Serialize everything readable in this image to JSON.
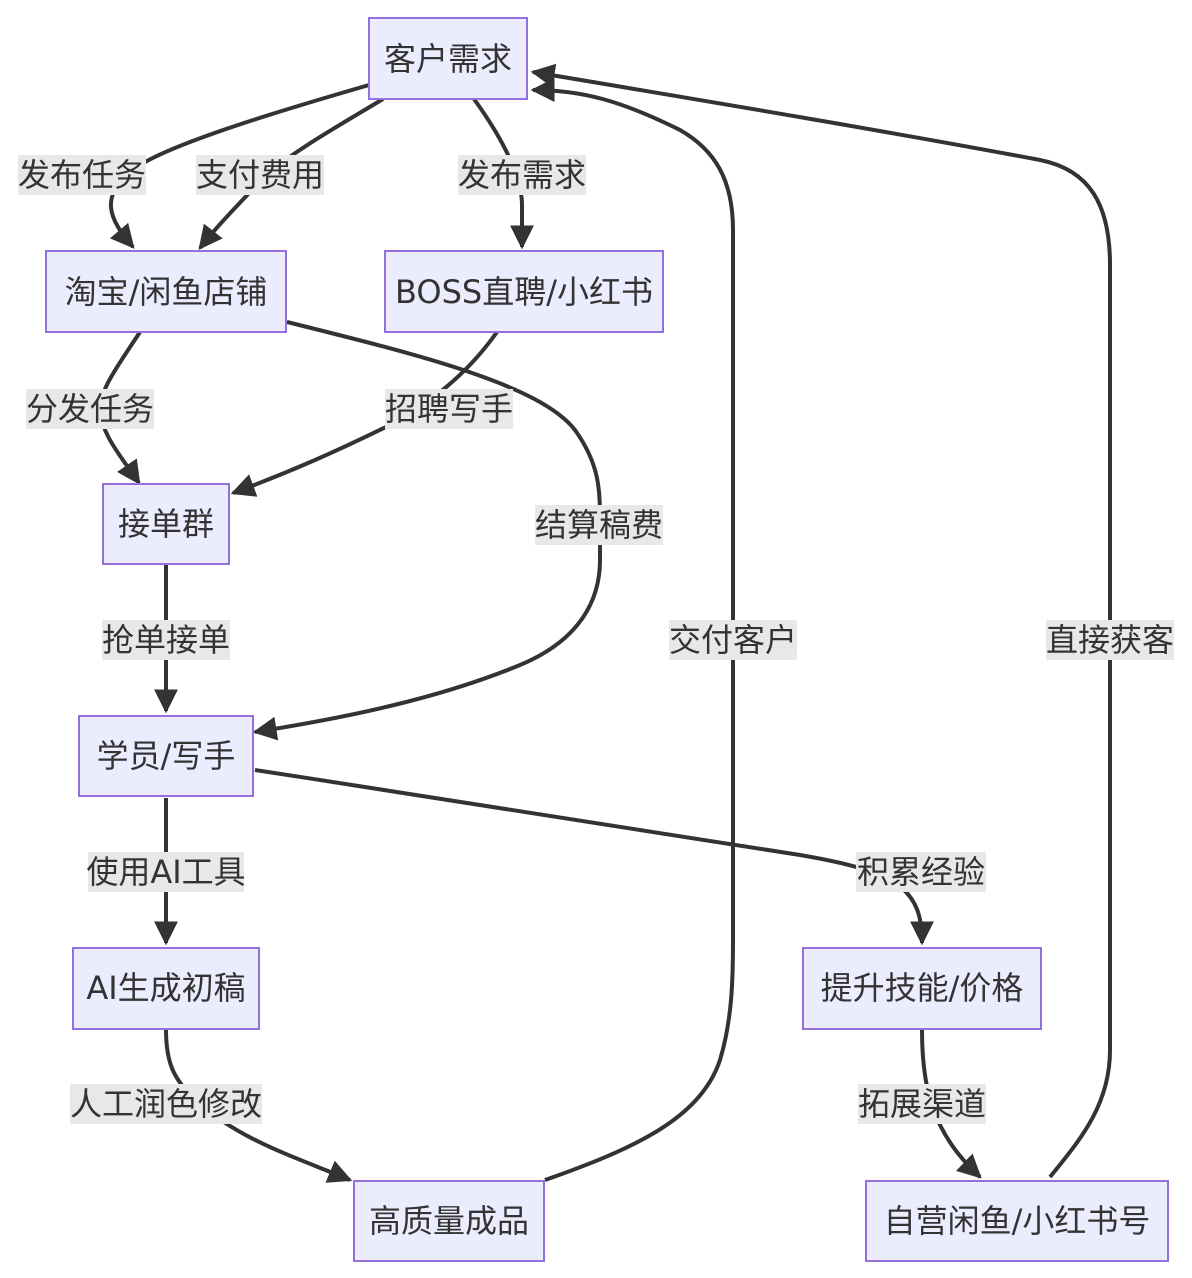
{
  "nodes": {
    "customer_demand": "客户需求",
    "taobao_xianyu_shop": "淘宝/闲鱼店铺",
    "boss_xiaohongshu": "BOSS直聘/小红书",
    "order_group": "接单群",
    "student_writer": "学员/写手",
    "ai_draft": "AI生成初稿",
    "skill_price": "提升技能/价格",
    "final_product": "高质量成品",
    "own_channels": "自营闲鱼/小红书号"
  },
  "edges": {
    "publish_task": "发布任务",
    "pay_fee": "支付费用",
    "publish_demand": "发布需求",
    "distribute_task": "分发任务",
    "recruit_writer": "招聘写手",
    "settle_fee": "结算稿费",
    "grab_order": "抢单接单",
    "deliver_customer": "交付客户",
    "direct_acquire": "直接获客",
    "use_ai_tools": "使用AI工具",
    "accumulate_experience": "积累经验",
    "manual_polish": "人工润色修改",
    "expand_channels": "拓展渠道"
  },
  "colors": {
    "node_fill": "#ECECFF",
    "node_border": "#9370DB",
    "edge_stroke": "#333333",
    "label_bg": "#E8E8E8",
    "text": "#333333"
  }
}
